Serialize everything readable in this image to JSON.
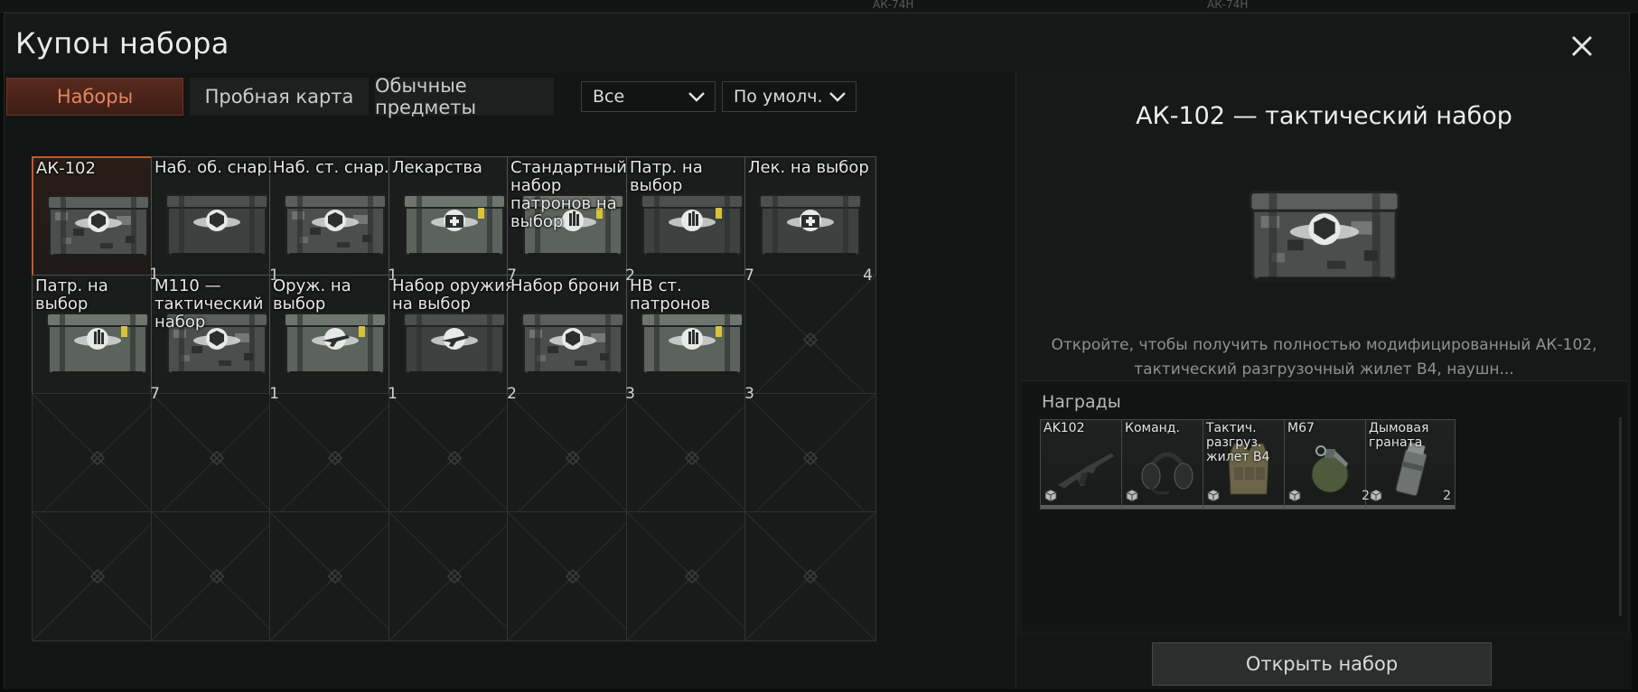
{
  "dialog": {
    "title": "Купон набора"
  },
  "background_labels": [
    "АК-74Н",
    "АК-74Н"
  ],
  "tabs": [
    {
      "label": "Наборы",
      "active": true
    },
    {
      "label": "Пробная карта",
      "active": false
    },
    {
      "label": "Обычные предметы",
      "active": false
    }
  ],
  "filters": {
    "type": {
      "value": "Все"
    },
    "sort": {
      "value": "По умолч."
    }
  },
  "items": [
    {
      "name": "АК-102",
      "count": "1",
      "style": "camo",
      "emblem": "shield"
    },
    {
      "name": "Наб. об. снар.",
      "count": "1",
      "style": "dark",
      "emblem": "shield"
    },
    {
      "name": "Наб. ст. снар.",
      "count": "1",
      "style": "camo",
      "emblem": "shield"
    },
    {
      "name": "Лекарства",
      "count": "7",
      "style": "green",
      "emblem": "med"
    },
    {
      "name": "Стандартный набор патронов на выбор",
      "count": "2",
      "style": "green",
      "emblem": "ammo"
    },
    {
      "name": "Патр. на выбор",
      "count": "7",
      "style": "dark",
      "emblem": "ammo"
    },
    {
      "name": "Лек. на выбор",
      "count": "4",
      "style": "dark",
      "emblem": "med"
    },
    {
      "name": "Патр. на выбор",
      "count": "7",
      "style": "green",
      "emblem": "ammo"
    },
    {
      "name": "M110 — тактический набор",
      "count": "1",
      "style": "camo",
      "emblem": "shield"
    },
    {
      "name": "Оруж. на выбор",
      "count": "1",
      "style": "green",
      "emblem": "gun"
    },
    {
      "name": "Набор оружия на выбор",
      "count": "2",
      "style": "dark",
      "emblem": "gun"
    },
    {
      "name": "Набор брони",
      "count": "3",
      "style": "camo",
      "emblem": "shield"
    },
    {
      "name": "НВ ст. патронов",
      "count": "3",
      "style": "green",
      "emblem": "ammo"
    }
  ],
  "detail": {
    "title": "АК-102 — тактический набор",
    "description_line1": "Откройте, чтобы получить полностью модифицированный АК-102,",
    "description_line2": "тактический разгрузочный жилет В4, наушн...",
    "rewards_heading": "Награды",
    "rewards": [
      {
        "name": "AK102",
        "count": "",
        "kind": "rifle"
      },
      {
        "name": "Команд.",
        "count": "",
        "kind": "headset"
      },
      {
        "name": "Тактич. разгруз. жилет В4",
        "count": "",
        "kind": "vest"
      },
      {
        "name": "M67",
        "count": "2",
        "kind": "grenade"
      },
      {
        "name": "Дымовая граната",
        "count": "2",
        "kind": "smoke"
      }
    ],
    "open_button": "Открыть набор"
  },
  "colors": {
    "accent": "#c4582e",
    "tab_active_text": "#e2865f",
    "panel": "#161817"
  }
}
